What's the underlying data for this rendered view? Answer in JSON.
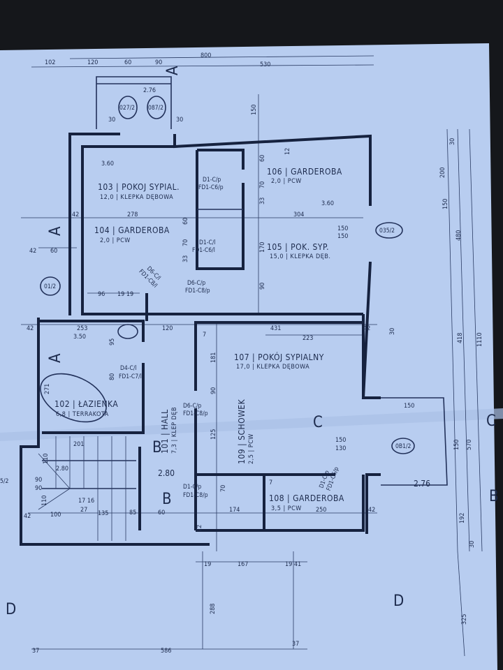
{
  "rooms": [
    {
      "number": "103",
      "name": "POKOJ SYPIAL.",
      "area": "12,0",
      "floor": "KLEPKA DĘBOWA"
    },
    {
      "number": "104",
      "name": "GARDEROBA",
      "area": "2,0",
      "floor": "PCW"
    },
    {
      "number": "106",
      "name": "GARDEROBA",
      "area": "2,0",
      "floor": "PCW"
    },
    {
      "number": "105",
      "name": "POK. SYP.",
      "area": "15,0",
      "floor": "KLEPKA DĘB."
    },
    {
      "number": "107",
      "name": "POKÓJ SYPIALNY",
      "area": "17,0",
      "floor": "KLEPKA DĘBOWA"
    },
    {
      "number": "102",
      "name": "ŁAZIENKA",
      "area": "6,8",
      "floor": "TERRAKOTA"
    },
    {
      "number": "101",
      "name": "HALL",
      "area": "7,3",
      "floor": "KLEP DĘB"
    },
    {
      "number": "109",
      "name": "SCHOWEK",
      "area": "2,5",
      "floor": "PCW"
    },
    {
      "number": "108",
      "name": "GARDEROBA",
      "area": "3,5",
      "floor": "PCW"
    }
  ],
  "doors": [
    [
      "D1-C/p",
      "FD1-C6/p"
    ],
    [
      "D1-C/l",
      "FD1-C6/l"
    ],
    [
      "D6-C/l",
      "FD1-C8/l"
    ],
    [
      "D6-C/p",
      "FD1-C8/p"
    ],
    [
      "D4-C/l",
      "FD1-C7/l"
    ],
    [
      "D6-C/p",
      "FD1-C8/p"
    ],
    [
      "D1-C/p",
      "FD1-C8/p"
    ],
    [
      "D1-C/p",
      "FD1-C6/p"
    ]
  ],
  "windows": [
    "027/2",
    "087/2",
    "035/2",
    "0B1/2",
    "01/2",
    "5/2"
  ],
  "sections": [
    "A",
    "A",
    "B",
    "B",
    "C",
    "C",
    "B",
    "D",
    "D",
    "A"
  ],
  "elevations": [
    "2.76",
    "3.60",
    "3.60",
    "3.50",
    "2.80",
    "2.80",
    "2.76"
  ],
  "dims": [
    "102",
    "120",
    "60",
    "90",
    "800",
    "530",
    "150",
    "30",
    "30",
    "278",
    "304",
    "42",
    "60",
    "70",
    "33",
    "60",
    "70",
    "33",
    "170",
    "90",
    "150",
    "150",
    "96",
    "19 19",
    "42",
    "60",
    "253",
    "120",
    "431",
    "223",
    "42",
    "42",
    "181",
    "95",
    "80",
    "271",
    "201",
    "90",
    "90",
    "110",
    "110",
    "17 16",
    "27",
    "135",
    "100",
    "85",
    "60",
    "125",
    "90",
    "70",
    "174",
    "250",
    "150",
    "130",
    "42",
    "42",
    "167",
    "288",
    "586",
    "37",
    "37",
    "19",
    "19 41",
    "30",
    "200",
    "150",
    "480",
    "418",
    "1110",
    "150",
    "570",
    "150",
    "192",
    "30",
    "325",
    "30",
    "12",
    "12",
    "7",
    "7"
  ],
  "colors": {
    "paper": "#b8cdf0",
    "ink": "#1d2b4d",
    "background": "#15171b"
  }
}
